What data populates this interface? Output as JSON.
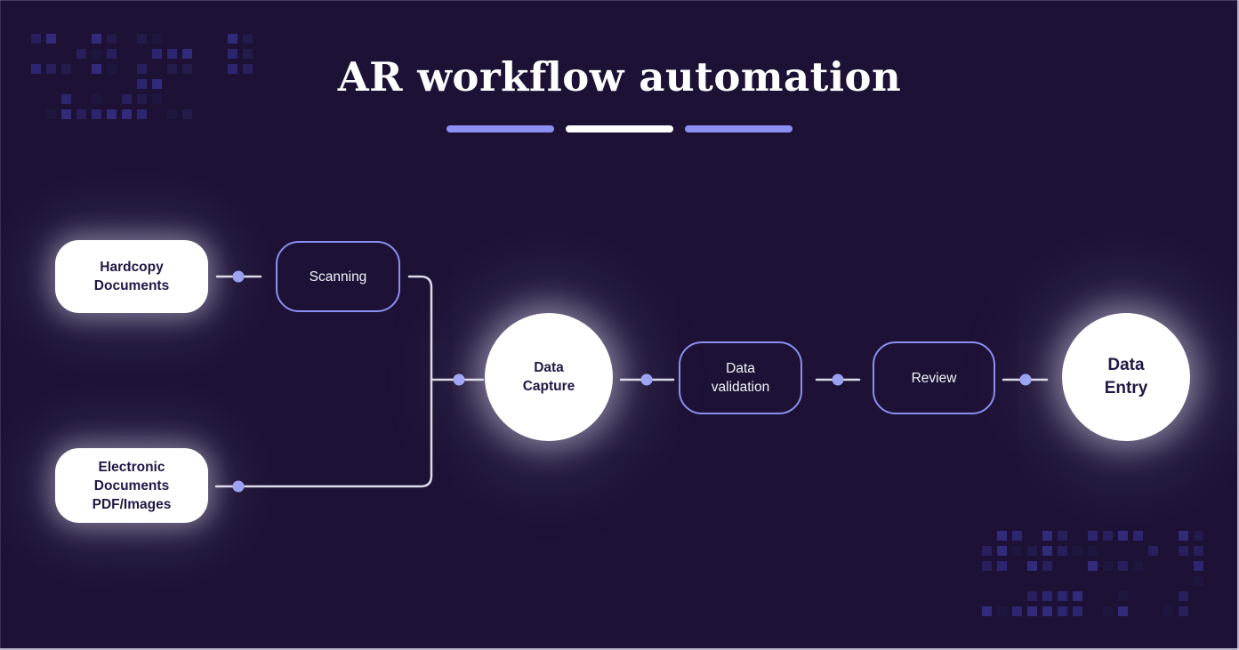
{
  "header": {
    "title": "AR workflow automation",
    "underline_bar_colors": [
      "#8b90f2",
      "#ffffff",
      "#8b90f2"
    ]
  },
  "colors": {
    "background": "#1d1235",
    "accent_border": "#8a8ff1",
    "connector_line": "#dedbe8",
    "connector_dot": "#9aa1f2",
    "node_fill_white": "#ffffff",
    "text_on_white": "#221744",
    "text_on_dark": "#f4f3fb",
    "title_text": "#ffffff",
    "pattern_palette": [
      "#231b4a",
      "#281f5c",
      "#2c2670",
      "#1f1640",
      "#322a7a"
    ]
  },
  "nodes": [
    {
      "id": "hardcopy-documents",
      "label": "Hardcopy\nDocuments",
      "shape": "rounded-white"
    },
    {
      "id": "scanning",
      "label": "Scanning",
      "shape": "rounded-outline"
    },
    {
      "id": "electronic-documents",
      "label": "Electronic\nDocuments\nPDF/Images",
      "shape": "rounded-white"
    },
    {
      "id": "data-capture",
      "label": "Data\nCapture",
      "shape": "circle-white"
    },
    {
      "id": "data-validation",
      "label": "Data\nvalidation",
      "shape": "rounded-outline"
    },
    {
      "id": "review",
      "label": "Review",
      "shape": "rounded-outline"
    },
    {
      "id": "data-entry",
      "label": "Data\nEntry",
      "shape": "circle-white"
    }
  ]
}
